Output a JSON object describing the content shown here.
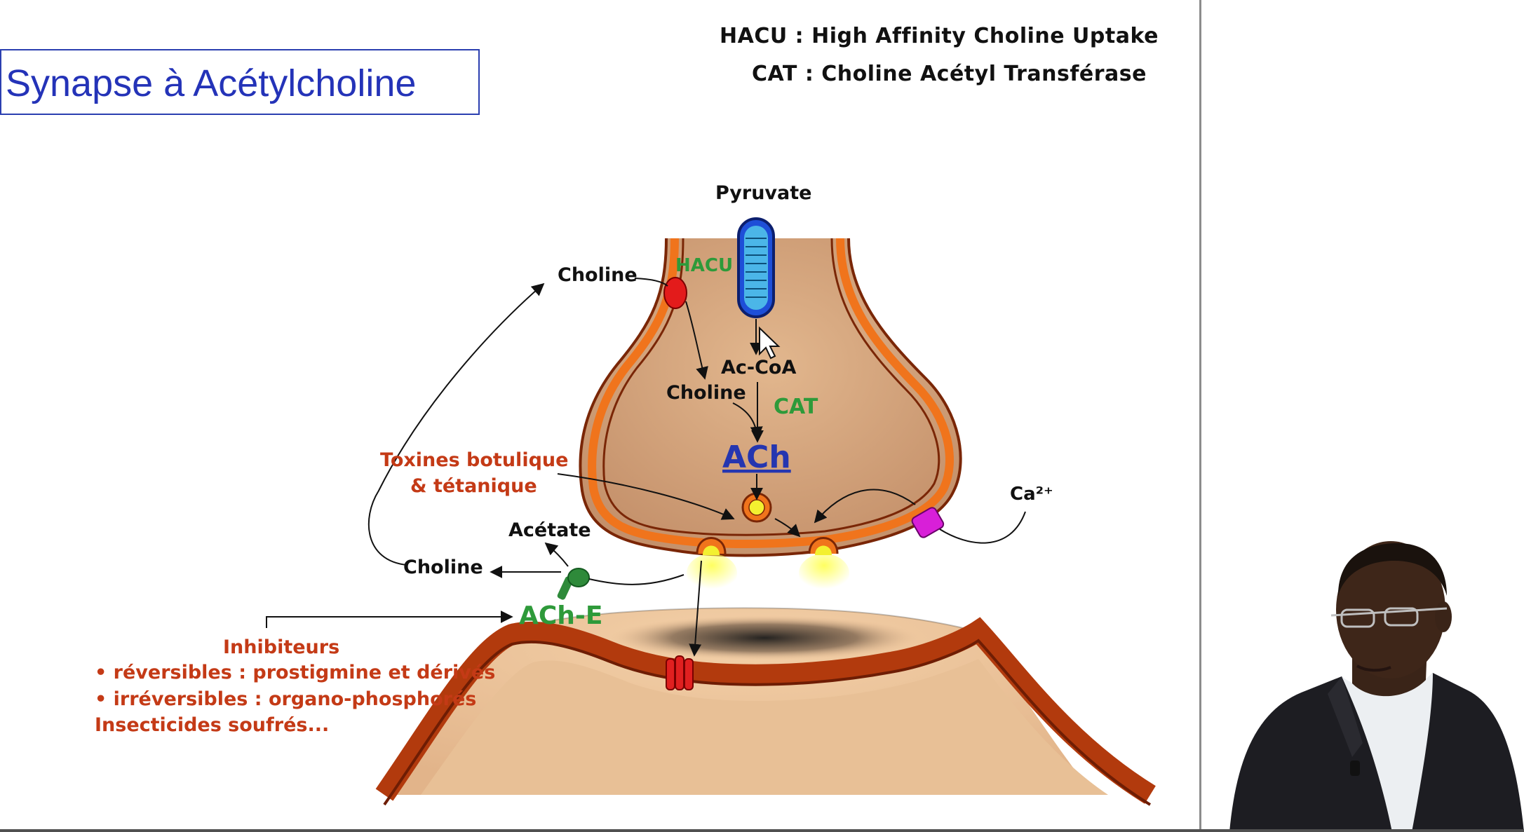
{
  "slide": {
    "title": "Synapse à Acétylcholine",
    "legend": {
      "hacu": "HACU : High Affinity Choline Uptake",
      "cat": "CAT : Choline Acétyl Transférase"
    }
  },
  "diagram": {
    "pyruvate": "Pyruvate",
    "hacu": "HACU",
    "choline_top": "Choline",
    "accoa": "Ac-CoA",
    "choline_inside": "Choline",
    "cat": "CAT",
    "ach": "ACh",
    "toxins_line1": "Toxines botulique",
    "toxins_line2": "& tétanique",
    "calcium": "Ca²⁺",
    "acetate": "Acétate",
    "choline_bottom": "Choline",
    "ache": "ACh-E",
    "inhibitors_title": "Inhibiteurs",
    "inhibitors_line1": "• réversibles : prostigmine et dérivés",
    "inhibitors_line2": "• irréversibles : organo-phosphorés",
    "inhibitors_line3": "Insecticides soufrés..."
  },
  "colors": {
    "title_blue": "#2433b8",
    "membrane_orange": "#e8661a",
    "membrane_dark": "#8a2a05",
    "cytoplasm_tan": "#d7a77c",
    "label_green": "#2e9a3a",
    "label_red": "#c43a16",
    "ach_blue": "#2536b0",
    "hacu_red": "#e31b1b",
    "channel_magenta": "#d81fd8",
    "vesicle_yellow": "#f3f030"
  }
}
